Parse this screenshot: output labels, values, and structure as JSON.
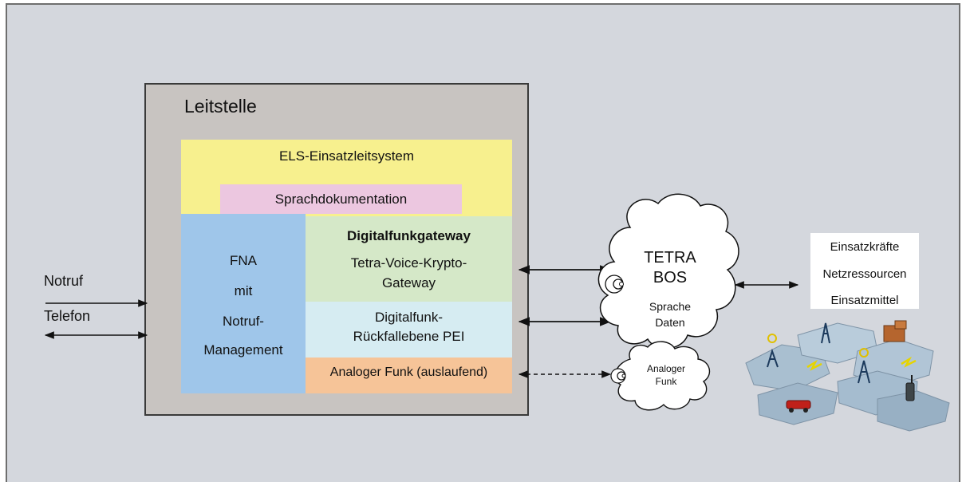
{
  "diagram": {
    "leitstelle": "Leitstelle",
    "els": "ELS-Einsatzleitsystem",
    "sprachdokumentation": "Sprachdokumentation",
    "fna": {
      "line1": "FNA",
      "line2": "mit",
      "line3": "Notruf-",
      "line4": "Management"
    },
    "digitalfunkgateway": {
      "title": "Digitalfunkgateway",
      "line1": "Tetra-Voice-Krypto-",
      "line2": "Gateway"
    },
    "rueckfall": {
      "line1": "Digitalfunk-",
      "line2": "Rückfallebene PEI"
    },
    "analoger_funk_box": "Analoger Funk (auslaufend)",
    "notruf": "Notruf",
    "telefon": "Telefon",
    "tetra_cloud": {
      "line1": "TETRA",
      "line2": "BOS",
      "line3": "Sprache",
      "line4": "Daten"
    },
    "analog_cloud": {
      "line1": "Analoger",
      "line2": "Funk"
    },
    "einsatz": {
      "line1": "Einsatzkräfte",
      "line2": "Netzressourcen",
      "line3": "Einsatzmittel"
    }
  },
  "colors": {
    "background": "#d4d7dd",
    "leitstelle": "#c8c4c1",
    "els": "#f7f08e",
    "sprachdokumentation": "#ecc7e0",
    "fna": "#9fc6ea",
    "digitalfunkgateway": "#d5e8c8",
    "rueckfall": "#d6ecf2",
    "analoger_funk": "#f6c498"
  }
}
